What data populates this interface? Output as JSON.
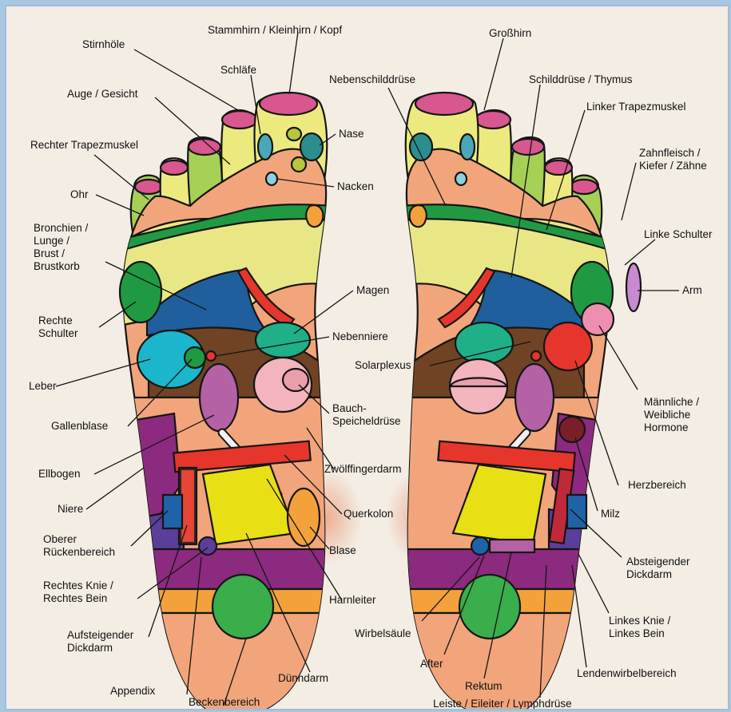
{
  "labels": {
    "stammhirn": "Stammhirn / Kleinhirn / Kopf",
    "stirnhoele": "Stirnhöle",
    "schlaefe": "Schläfe",
    "auge": "Auge / Gesicht",
    "rechter_trapez": "Rechter Trapezmuskel",
    "ohr": "Ohr",
    "bronchien": "Bronchien /\nLunge /\nBrust /\nBrustkorb",
    "rechte_schulter": "Rechte\nSchulter",
    "leber": "Leber",
    "gallenblase": "Gallenblase",
    "ellbogen": "Ellbogen",
    "niere": "Niere",
    "oberer_ruecken": "Oberer\nRückenbereich",
    "rechtes_knie": "Rechtes Knie /\nRechtes Bein",
    "aufsteigender": "Aufsteigender\nDickdarm",
    "appendix": "Appendix",
    "beckenbereich": "Beckenbereich",
    "duenndarm": "Dünndarm",
    "harnleiter": "Harnleiter",
    "blase": "Blase",
    "querkolon": "Querkolon",
    "zwoelffinger": "Zwölffingerdarm",
    "bauch": "Bauch-\nSpeicheldrüse",
    "nebenniere": "Nebenniere",
    "magen": "Magen",
    "nacken": "Nacken",
    "nase": "Nase",
    "nebenschild": "Nebenschilddrüse",
    "grosshirn": "Großhirn",
    "schilddruese": "Schilddrüse / Thymus",
    "linker_trapez": "Linker Trapezmuskel",
    "zahnfleisch": "Zahnfleisch /\nKiefer / Zähne",
    "linke_schulter": "Linke Schulter",
    "arm": "Arm",
    "solarplexus": "Solarplexus",
    "hormone": "Männliche /\nWeibliche\nHormone",
    "herzbereich": "Herzbereich",
    "milz": "Milz",
    "absteigender": "Absteigender\nDickdarm",
    "linkes_knie": "Linkes Knie /\nLinkes Bein",
    "lendenwirbel": "Lendenwirbelbereich",
    "wirbelsaeule": "Wirbelsäule",
    "after": "After",
    "rektum": "Rektum",
    "leiste": "Leiste / Eileiter / Lymphdrüse"
  },
  "colors": {
    "background": "#f3ede4",
    "frame": "#9cbfdb",
    "skin": "#f2a57a",
    "toe_yellow": "#ecea7e",
    "toe_green": "#a6cf56",
    "toe_tip": "#d8578f",
    "dark_green": "#1f9a43",
    "lung_yellow": "#e9e785",
    "stomach_blue": "#1f5f9e",
    "red": "#e6352b",
    "brown": "#6f4324",
    "teal_green": "#1fb087",
    "cyan": "#1bb6cb",
    "violet": "#b461a6",
    "pink": "#f4b4bd",
    "magenta_dark": "#8c2a7f",
    "yellow": "#e8e014",
    "orange": "#f3a23b",
    "purple_blue": "#5b3e9a",
    "blue": "#1e63a8",
    "green": "#39ae4b"
  }
}
